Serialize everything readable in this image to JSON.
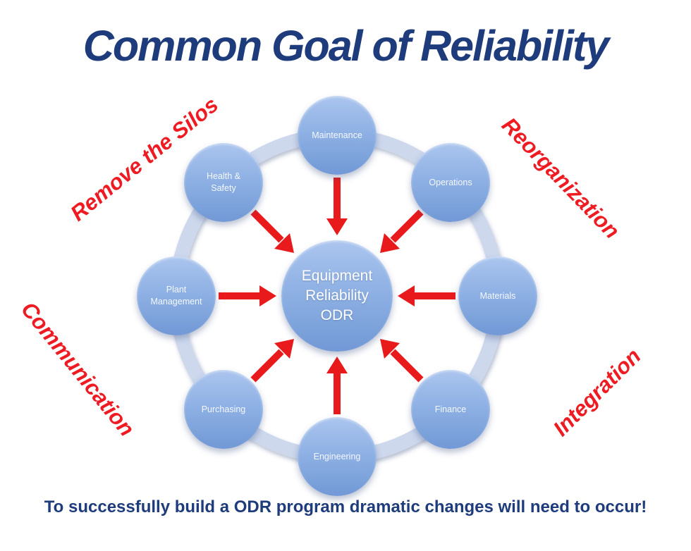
{
  "title": "Common Goal of Reliability",
  "footer": "To successfully build a ODR program dramatic changes will need to occur!",
  "center_node": {
    "label": "Equipment\nReliability\nODR"
  },
  "nodes": [
    {
      "id": "maintenance",
      "label": "Maintenance"
    },
    {
      "id": "operations",
      "label": "Operations"
    },
    {
      "id": "materials",
      "label": "Materials"
    },
    {
      "id": "finance",
      "label": "Finance"
    },
    {
      "id": "engineering",
      "label": "Engineering"
    },
    {
      "id": "purchasing",
      "label": "Purchasing"
    },
    {
      "id": "plant-management",
      "label": "Plant\nManagement"
    },
    {
      "id": "health-safety",
      "label": "Health &\nSafety"
    }
  ],
  "corner_labels": {
    "top_left": "Remove the Silos",
    "top_right": "Reorganization",
    "bottom_left": "Communication",
    "bottom_right": "Integration"
  },
  "colors": {
    "title_navy": "#1e3c7c",
    "label_red": "#ee1b23",
    "arrow_red": "#e81a1c",
    "node_blue_top": "#abc5ee",
    "node_blue_bottom": "#7298d6",
    "ring_blue": "#cdd8ed"
  }
}
